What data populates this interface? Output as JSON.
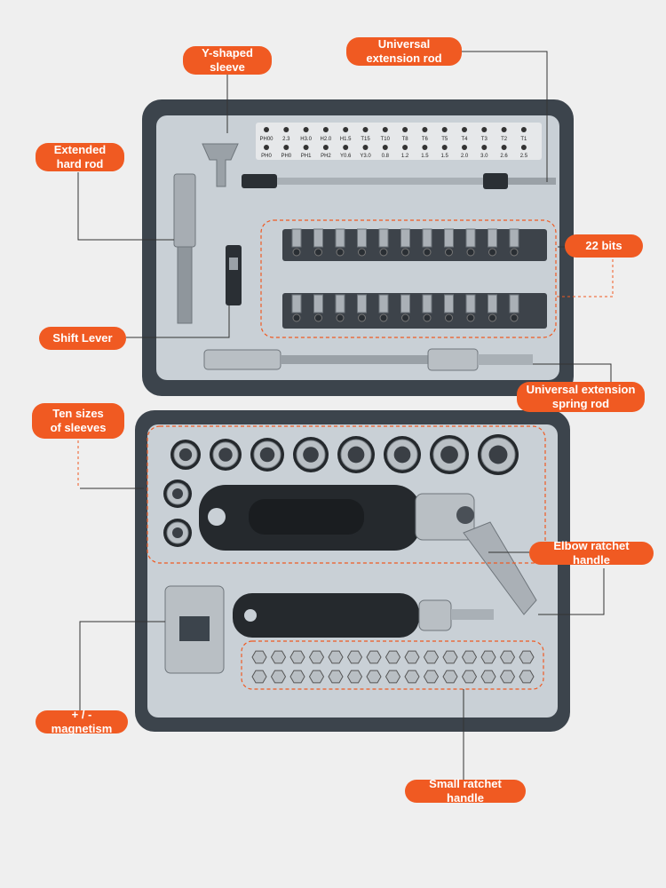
{
  "labels": {
    "y_sleeve": "Y-shaped\nsleeve",
    "ext_rod": "Universal\nextension rod",
    "hard_rod": "Extended\nhard rod",
    "bits": "22 bits",
    "shift_lever": "Shift Lever",
    "spring_rod": "Universal extension\nspring rod",
    "ten_sleeves": "Ten sizes\nof sleeves",
    "elbow_handle": "Elbow ratchet handle",
    "magnetism": "+ / - magnetism",
    "small_handle": "Small ratchet handle"
  },
  "bit_codes_top": [
    "PH00",
    "2.3",
    "H3.0",
    "H2.0",
    "H1.5",
    "T15",
    "T10",
    "T8",
    "T6",
    "T5",
    "T4",
    "T3",
    "T2",
    "T1"
  ],
  "bit_codes_bottom": [
    "PH0",
    "PH0",
    "PH1",
    "PH2",
    "Y0.6",
    "Y3.0",
    "0.8",
    "1.2",
    "1.5",
    "1.5",
    "2.0",
    "3.0",
    "2.6",
    "2.5"
  ],
  "colors": {
    "accent": "#f05a22",
    "case": "#3c444c",
    "panel": "#c9d0d6",
    "steel": "#b9bfc4"
  }
}
